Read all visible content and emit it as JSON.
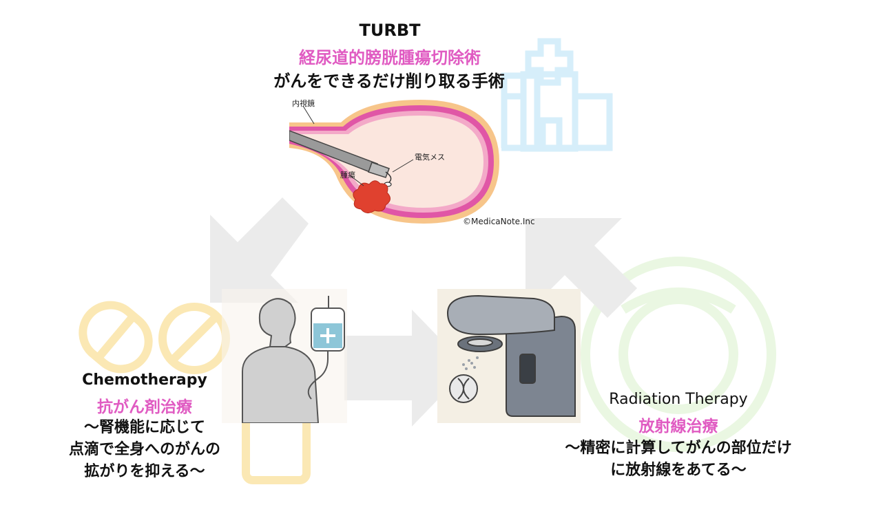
{
  "turbt": {
    "title": "TURBT",
    "japanese_name": "経尿道的膀胱腫瘍切除術",
    "description": "がんをできるだけ削り取る手術",
    "illustration": {
      "label_endoscope": "内視鏡",
      "label_electric_scalpel": "電気メス",
      "label_tumor": "腫瘍",
      "copyright": "©MedicaNote.Inc"
    }
  },
  "chemotherapy": {
    "title": "Chemotherapy",
    "japanese_name": "抗がん剤治療",
    "description_lines": [
      "～腎機能に応じて",
      "点滴で全身へのがんの",
      "拡がりを抑える～"
    ]
  },
  "radiation": {
    "title": "Radiation Therapy",
    "japanese_name": "放射線治療",
    "description_lines": [
      "～精密に計算してがんの部位だけ",
      "に放射線をあてる～"
    ]
  },
  "icons": [
    "hospital-icon",
    "pill-icon",
    "medicine-bottle-icon",
    "target-icon",
    "iv-drip-icon",
    "linac-icon",
    "dna-icon"
  ],
  "colors": {
    "accent_pink": "#e05bc2",
    "text_black": "#111111",
    "arrow_gray": "#ebebeb",
    "hospital_blue": "#d6eefa",
    "pill_yellow": "#fbe8b4",
    "target_green": "#eaf7e2"
  }
}
